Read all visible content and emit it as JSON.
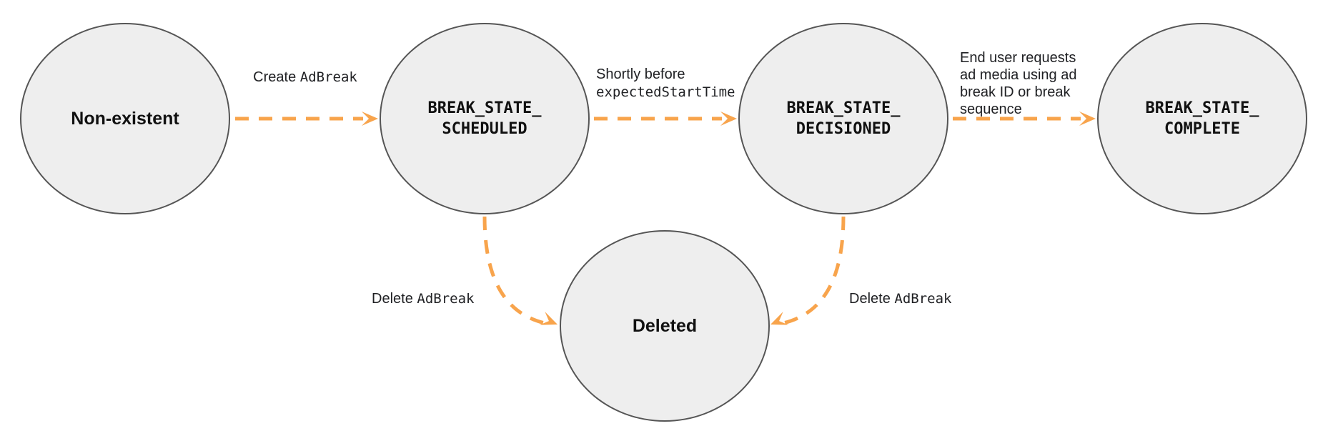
{
  "diagram": {
    "nodes": [
      {
        "id": "non-existent",
        "label": "Non-existent",
        "style": "plain"
      },
      {
        "id": "break-state-scheduled",
        "label": "BREAK_STATE_\nSCHEDULED",
        "style": "code"
      },
      {
        "id": "break-state-decisioned",
        "label": "BREAK_STATE_\nDECISIONED",
        "style": "code"
      },
      {
        "id": "break-state-complete",
        "label": "BREAK_STATE_\nCOMPLETE",
        "style": "code"
      },
      {
        "id": "deleted",
        "label": "Deleted",
        "style": "plain"
      }
    ],
    "edges": [
      {
        "from": "non-existent",
        "to": "break-state-scheduled",
        "label_plain": "Create ",
        "label_code": "AdBreak"
      },
      {
        "from": "break-state-scheduled",
        "to": "break-state-decisioned",
        "label_plain": "Shortly before",
        "label_code": "expectedStartTime"
      },
      {
        "from": "break-state-decisioned",
        "to": "break-state-complete",
        "label_plain": "End user requests\nad media using ad\nbreak ID or break\nsequence",
        "label_code": ""
      },
      {
        "from": "break-state-scheduled",
        "to": "deleted",
        "label_plain": "Delete ",
        "label_code": "AdBreak"
      },
      {
        "from": "break-state-decisioned",
        "to": "deleted",
        "label_plain": "Delete ",
        "label_code": "AdBreak"
      }
    ]
  },
  "colors": {
    "arrow": "#F8A44C",
    "node_fill": "#EEEEEE",
    "node_border": "#555555",
    "text": "#1A1A1A",
    "bg": "#FFFFFF"
  }
}
